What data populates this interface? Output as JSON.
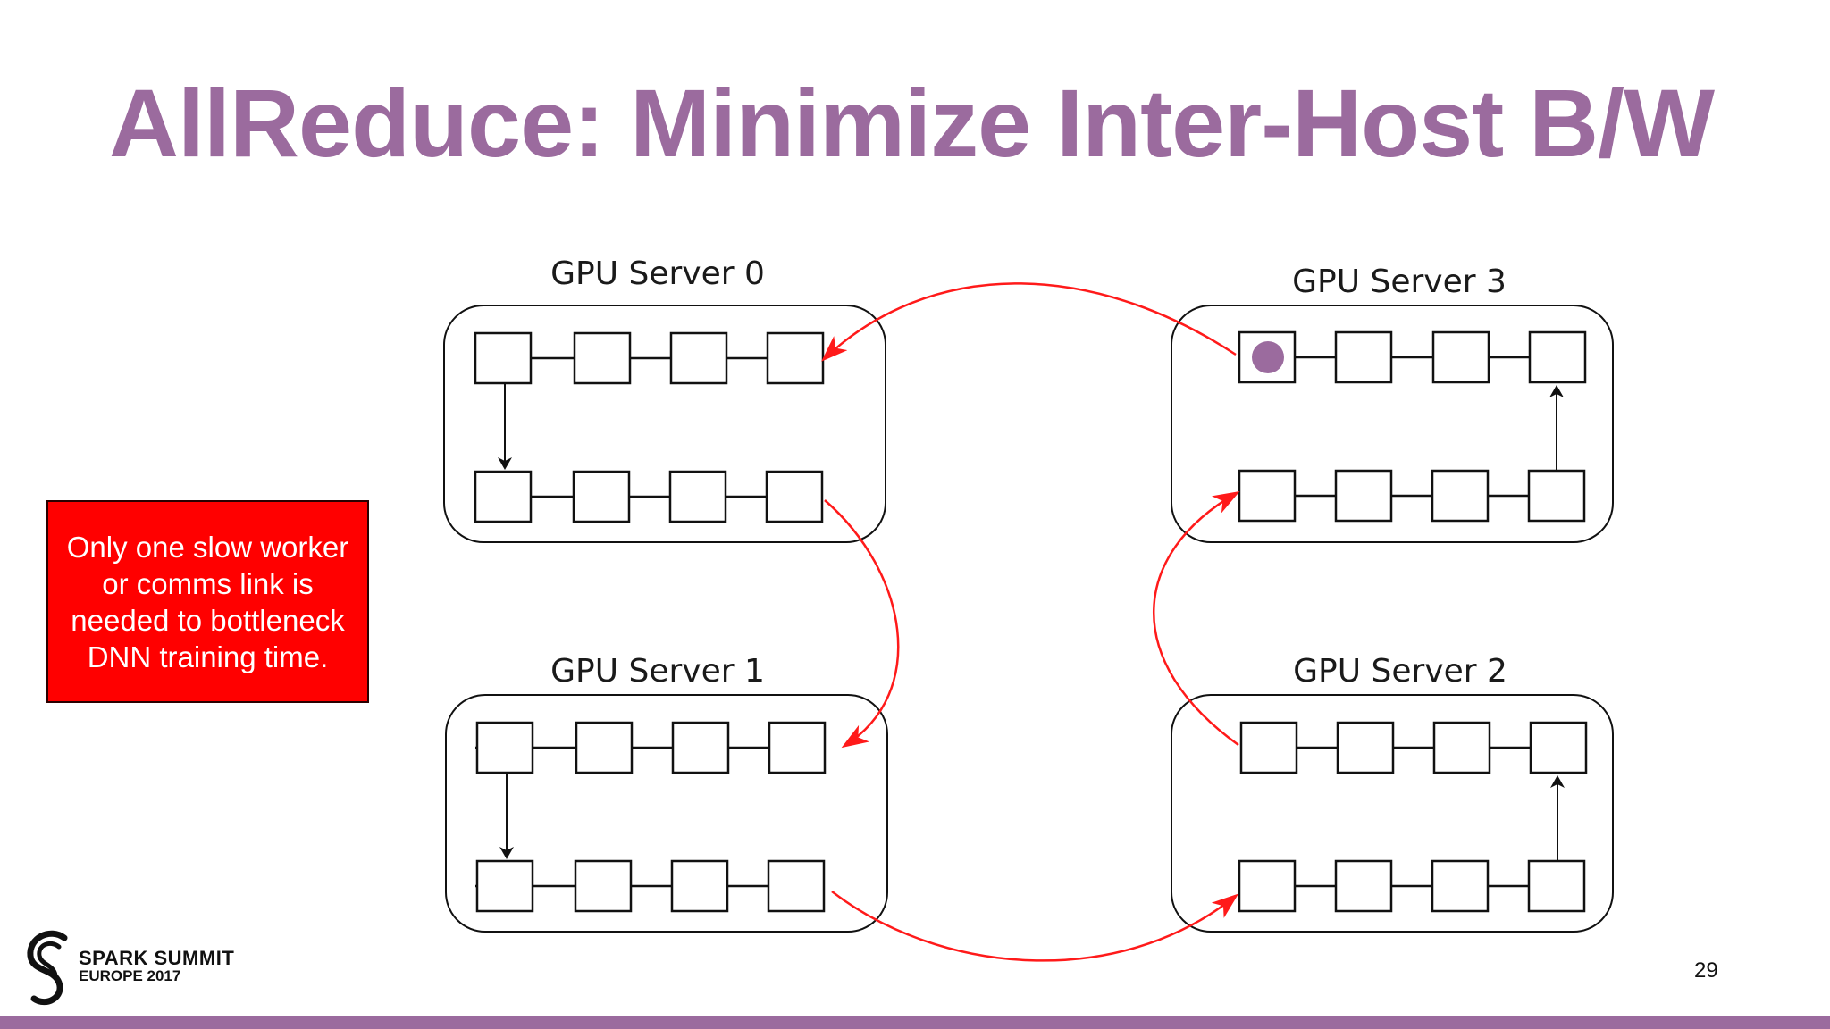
{
  "slide": {
    "title": "AllReduce: Minimize Inter-Host B/W",
    "page_number": "29"
  },
  "servers": [
    {
      "label": "GPU Server 0"
    },
    {
      "label": "GPU Server 3"
    },
    {
      "label": "GPU Server 1"
    },
    {
      "label": "GPU Server 2"
    }
  ],
  "callout": {
    "text": "Only one slow worker or comms link is needed to bottleneck DNN training time."
  },
  "logo": {
    "line1": "SPARK SUMMIT",
    "line2": "EUROPE 2017"
  },
  "colors": {
    "title": "#9b6b9e",
    "accent_bar": "#9b6b9e",
    "ring_arrow": "#ff1a1a",
    "callout_bg": "#ff0000",
    "marker_dot": "#9b6b9e"
  }
}
